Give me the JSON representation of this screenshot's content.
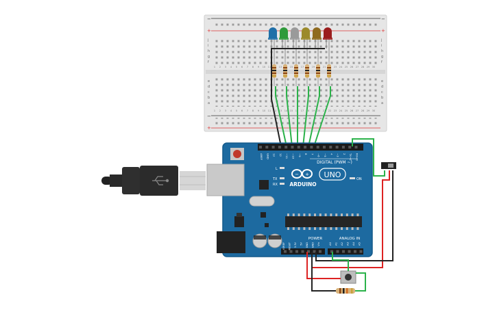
{
  "board": {
    "brand": "ARDUINO",
    "model": "UNO",
    "digital_label": "DIGITAL (PWM ~)",
    "power_label": "POWER",
    "analog_label": "ANALOG IN",
    "on_label": "ON",
    "tx_label": "TX",
    "rx_label": "RX",
    "l_label": "L",
    "digital_pins": [
      "AREF",
      "GND",
      "13",
      "12",
      "~11",
      "~10",
      "~9",
      "8",
      "7",
      "~6",
      "~5",
      "4",
      "~3",
      "2",
      "TX→1",
      "RX←0"
    ],
    "power_pins": [
      "IOREF",
      "RESET",
      "3.3V",
      "5V",
      "GND",
      "GND",
      "Vin"
    ],
    "analog_pins": [
      "A0",
      "A1",
      "A2",
      "A3",
      "A4",
      "A5"
    ]
  },
  "breadboard": {
    "row_labels_top": [
      "j",
      "i",
      "h",
      "g",
      "f"
    ],
    "row_labels_bottom": [
      "e",
      "d",
      "c",
      "b",
      "a"
    ],
    "columns": [
      "1",
      "2",
      "3",
      "4",
      "5",
      "6",
      "7",
      "8",
      "9",
      "10",
      "11",
      "12",
      "13",
      "14",
      "15",
      "16",
      "17",
      "18",
      "19",
      "20",
      "21",
      "22",
      "23",
      "24",
      "25",
      "26",
      "27",
      "28",
      "29",
      "30"
    ]
  },
  "leds": [
    {
      "color": "#1f6fa8"
    },
    {
      "color": "#2f9a3b"
    },
    {
      "color": "#9a9a9a"
    },
    {
      "color": "#9c8a2a"
    },
    {
      "color": "#8f6a1f"
    },
    {
      "color": "#9b1d1d"
    }
  ],
  "colors": {
    "board_blue": "#1d6aa0",
    "wire_green": "#2bb24a",
    "wire_red": "#d22",
    "wire_black": "#222"
  },
  "icons": [
    "usb-plug-icon",
    "reset-button-icon",
    "push-button-icon",
    "slide-switch-icon",
    "arduino-infinity-logo-icon"
  ]
}
